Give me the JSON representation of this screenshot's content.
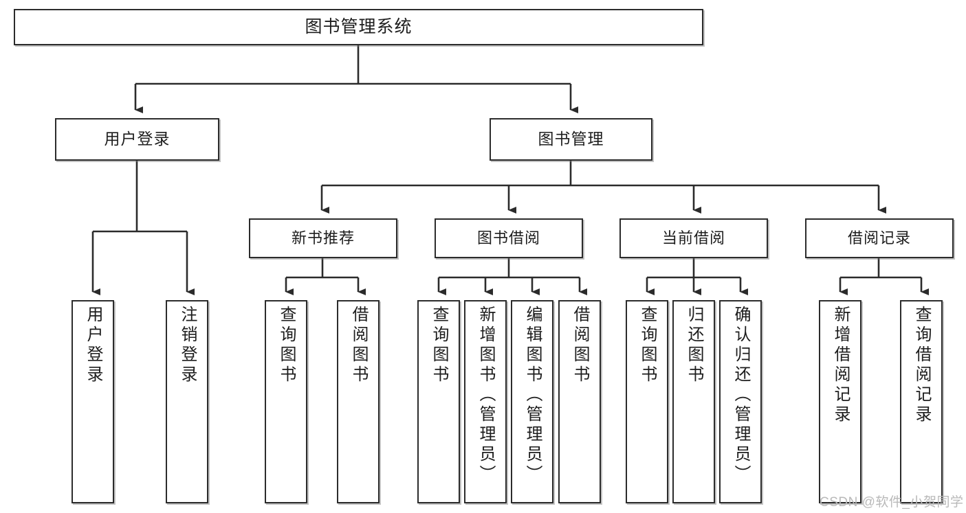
{
  "diagram": {
    "title": "图书管理系统",
    "type": "tree-hierarchy-diagram",
    "watermark": "CSDN @软件_小贺同学",
    "colors": {
      "node_border": "#2b2b2b",
      "node_fill": "#ffffff",
      "edge": "#2b2b2b",
      "text": "#1d1d1d",
      "watermark": "#b9b9b9",
      "background": "#ffffff"
    },
    "nodes": {
      "root": {
        "label": "图书管理系统"
      },
      "level2": [
        {
          "id": "user-login",
          "label": "用户登录"
        },
        {
          "id": "book-manage",
          "label": "图书管理"
        }
      ],
      "level3": [
        {
          "id": "new-book-recommend",
          "label": "新书推荐"
        },
        {
          "id": "book-borrow",
          "label": "图书借阅"
        },
        {
          "id": "current-borrow",
          "label": "当前借阅"
        },
        {
          "id": "borrow-record",
          "label": "借阅记录"
        }
      ],
      "leaves": {
        "user-login": [
          {
            "id": "leaf-user-login",
            "label": "用户登录"
          },
          {
            "id": "leaf-logout-login",
            "label": "注销登录"
          }
        ],
        "new-book-recommend": [
          {
            "id": "leaf-query-book-1",
            "label": "查询图书"
          },
          {
            "id": "leaf-borrow-book-1",
            "label": "借阅图书"
          }
        ],
        "book-borrow": [
          {
            "id": "leaf-query-book-2",
            "label": "查询图书"
          },
          {
            "id": "leaf-add-book",
            "label": "新增图书（管理员）"
          },
          {
            "id": "leaf-edit-book",
            "label": "编辑图书（管理员）"
          },
          {
            "id": "leaf-borrow-book-2",
            "label": "借阅图书"
          }
        ],
        "current-borrow": [
          {
            "id": "leaf-query-book-3",
            "label": "查询图书"
          },
          {
            "id": "leaf-return-book",
            "label": "归还图书"
          },
          {
            "id": "leaf-confirm-return",
            "label": "确认归还（管理员）"
          }
        ],
        "borrow-record": [
          {
            "id": "leaf-add-borrow-record",
            "label": "新增借阅记录"
          },
          {
            "id": "leaf-query-borrow-record",
            "label": "查询借阅记录"
          }
        ]
      }
    }
  }
}
